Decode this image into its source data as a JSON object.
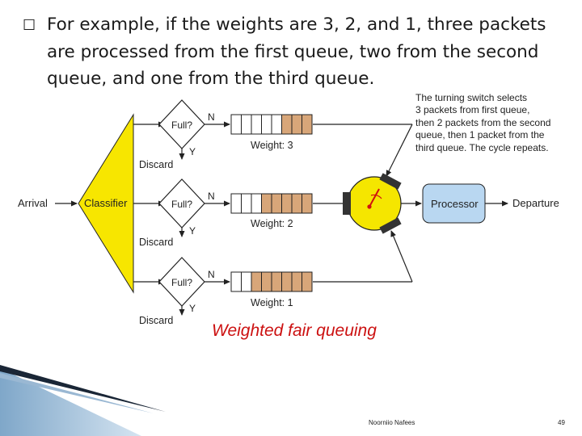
{
  "slide": {
    "bullet_symbol": "☐",
    "bullet_line1": "For example, if the weights are 3, 2, and 1, three packets",
    "bullet_line2": "are processed from the first queue, two from the second",
    "bullet_line3": "queue, and one from the third queue."
  },
  "diagram": {
    "arrival": "Arrival",
    "classifier": "Classifier",
    "full": "Full?",
    "n": "N",
    "y": "Y",
    "discard": "Discard",
    "weight1": "Weight: 3",
    "weight2": "Weight: 2",
    "weight3": "Weight: 1",
    "processor": "Processor",
    "departure": "Departure",
    "note_line1": "The turning switch selects",
    "note_line2": "3 packets from first queue,",
    "note_line3": "then 2 packets from the second",
    "note_line4": "queue, then 1 packet from the",
    "note_line5": "third queue. The cycle repeats."
  },
  "caption": "Weighted fair queuing",
  "footer": {
    "author": "Noorniio Nafees",
    "page": "49"
  },
  "colors": {
    "classifier_fill": "#f7e600",
    "switch_fill": "#f5e600",
    "processor_fill": "#b9d7f1",
    "packet_fill": "#d8a679",
    "caption_color": "#cc1111"
  }
}
